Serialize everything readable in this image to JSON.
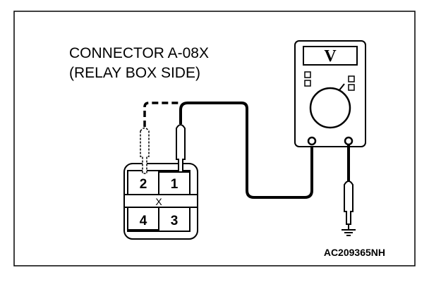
{
  "connector": {
    "title_line1": "CONNECTOR A-08X",
    "title_line2": "(RELAY BOX SIDE)",
    "pins": {
      "p1": "1",
      "p2": "2",
      "p3": "3",
      "p4": "4",
      "center_mark": "X"
    }
  },
  "meter": {
    "display_symbol": "V"
  },
  "figure_code": "AC209365NH"
}
